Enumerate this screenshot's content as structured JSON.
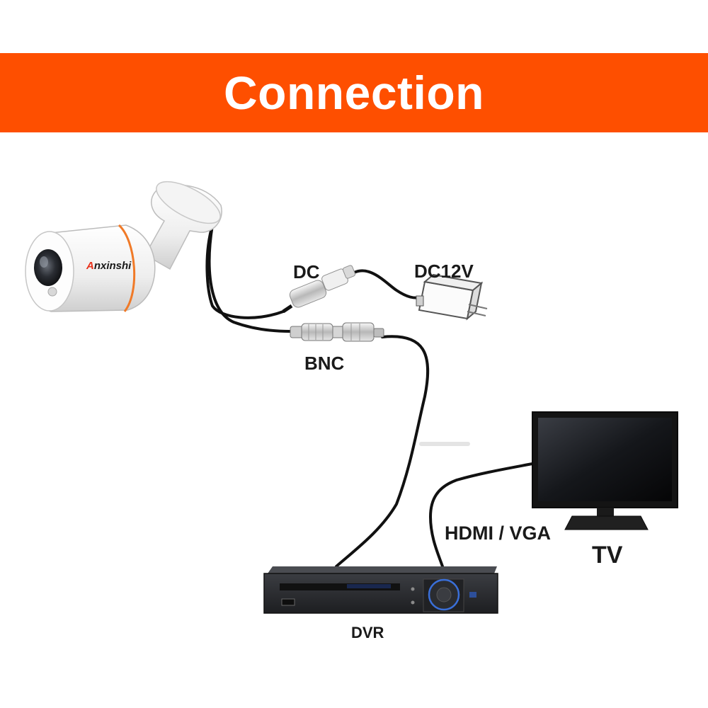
{
  "header": {
    "title": "Connection"
  },
  "camera": {
    "brand": "Anxinshi"
  },
  "labels": {
    "dc": "DC",
    "dc12v": "DC12V",
    "bnc": "BNC",
    "hdmi_vga": "HDMI / VGA",
    "tv": "TV",
    "dvr": "DVR"
  },
  "colors": {
    "banner": "#fe4f00",
    "banner_text": "#ffffff",
    "cable": "#111111",
    "label": "#1a1a1a"
  }
}
